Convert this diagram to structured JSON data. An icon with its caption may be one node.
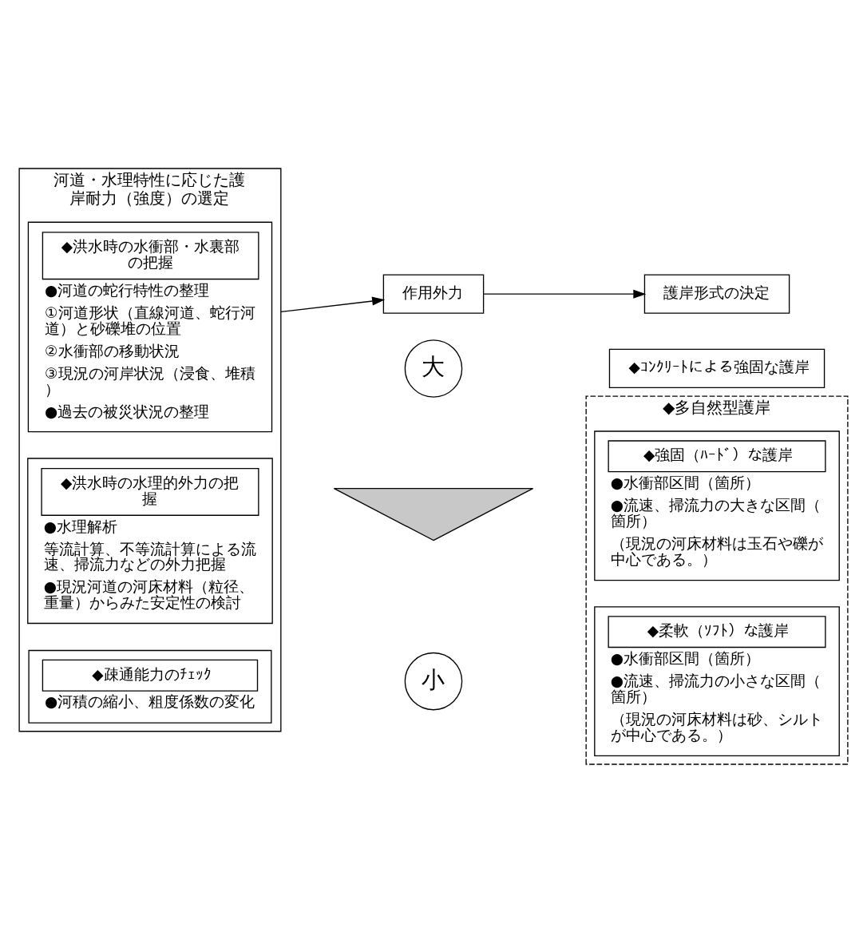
{
  "diagram": {
    "nodes": [
      {
        "text": [
          "河道・水理特性に応じた護岸耐力（強度）の選定"
        ]
      },
      {
        "text": [
          "作用外力"
        ]
      },
      {
        "text": [
          "護岸形式の決定"
        ]
      },
      {
        "text": [
          "◆洪水時の水衝部・水裏部の把握",
          "●河道の蛇行特性の整理",
          "①河道形状（直線河道、蛇行河道）と砂礫堆の位置",
          "②水衝部の移動状況",
          "③現況の河岸状況（浸食、堆積）",
          "●過去の被災状況の整理"
        ],
        "in": 0
      },
      {
        "text": [
          "◆洪水時の水理的外力の把握",
          "●水理解析",
          "等流計算、不等流計算による流速、掃流力などの外力把握",
          "●現況河道の河床材料（粒径、重量）からみた安定性の検討"
        ],
        "in": 0
      },
      {
        "text": [
          "◆疎通能力のﾁｪｯｸ",
          "●河積の縮小、粗度係数の変化"
        ],
        "in": 0
      },
      {
        "text": [
          "大"
        ]
      },
      {
        "text": [],
        "shape": "triangle"
      },
      {
        "text": [
          "小"
        ]
      },
      {
        "text": [
          "◆ｺﾝｸﾘｰﾄによる強固な護岸"
        ]
      },
      {
        "text": [
          "◆多自然型護岸"
        ]
      },
      {
        "text": [
          "◆強固（ﾊｰﾄﾞ）な護岸",
          "●水衝部区間（箇所）",
          "●流速、掃流力の大きな区間（箇所）",
          "（現況の河床材料は玉石や礫が中心である。）"
        ],
        "in": 10
      },
      {
        "text": [
          "◆柔軟（ｿﾌﾄ）な護岸",
          "●水衝部区間（箇所）",
          "●流速、掃流力の小さな区間（箇所）",
          "（現況の河床材料は砂、シルトが中心である。）"
        ],
        "in": 10
      }
    ],
    "edges": [
      {
        "from": 0,
        "to": 1,
        "arrow": "to"
      },
      {
        "from": 1,
        "to": 2,
        "arrow": "to"
      }
    ]
  }
}
